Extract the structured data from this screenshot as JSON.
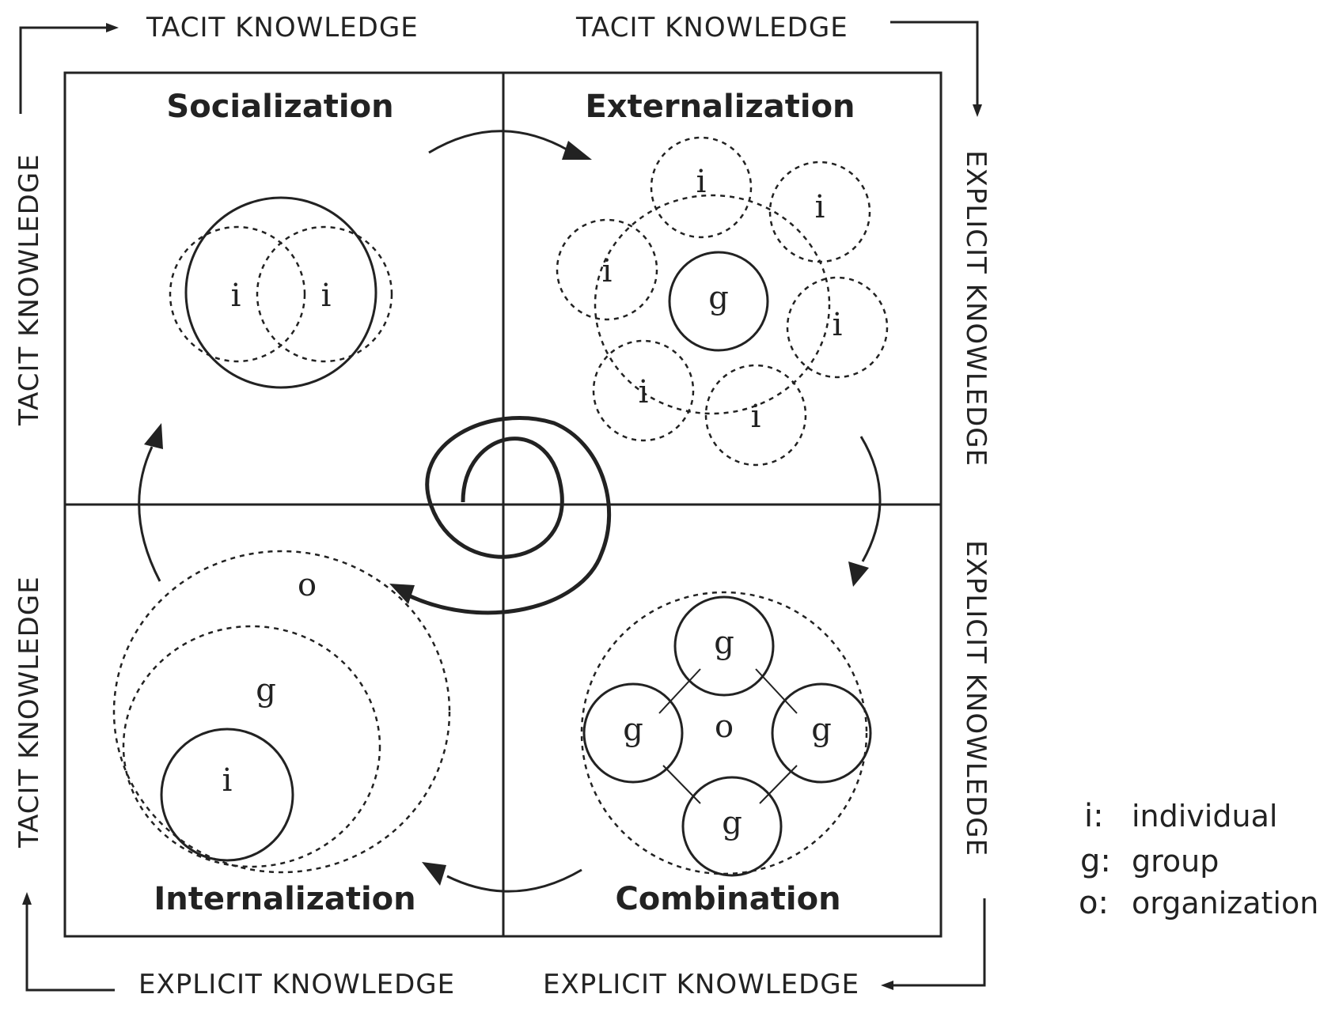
{
  "edges": {
    "top_left": "TACIT KNOWLEDGE",
    "top_right": "TACIT KNOWLEDGE",
    "left_top": "TACIT KNOWLEDGE",
    "left_bottom": "TACIT KNOWLEDGE",
    "right_top": "EXPLICIT KNOWLEDGE",
    "right_bottom": "EXPLICIT KNOWLEDGE",
    "bottom_left": "EXPLICIT KNOWLEDGE",
    "bottom_right": "EXPLICIT KNOWLEDGE"
  },
  "quadrants": {
    "socialization": "Socialization",
    "externalization": "Externalization",
    "combination": "Combination",
    "internalization": "Internalization"
  },
  "labels": {
    "individual": "i",
    "group": "g",
    "organization": "o"
  },
  "legend": [
    {
      "key": "i:",
      "text": "individual"
    },
    {
      "key": "g:",
      "text": "group"
    },
    {
      "key": "o:",
      "text": "organization"
    }
  ]
}
